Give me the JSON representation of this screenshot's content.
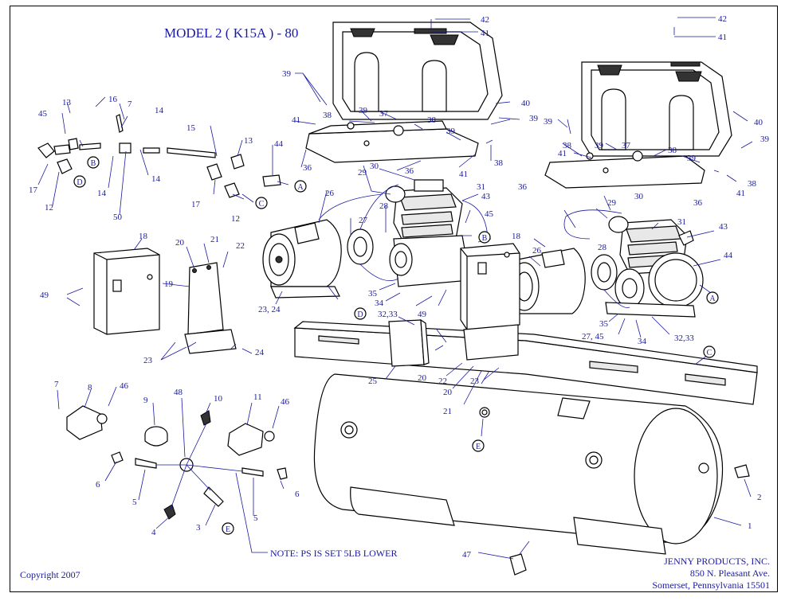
{
  "title": "MODEL 2 ( K15A ) - 80",
  "note": "NOTE: PS IS SET 5LB LOWER",
  "copyright": "Copyright 2007",
  "company": {
    "name": "JENNY PRODUCTS, INC.",
    "address": "850 N. Pleasant Ave.",
    "city": "Somerset, Pennsylvania 15501"
  },
  "callouts": {
    "c1": "1",
    "c2": "2",
    "c3": "3",
    "c4": "4",
    "c5a": "5",
    "c5b": "5",
    "c6a": "6",
    "c6b": "6",
    "c7a": "7",
    "c7b": "7",
    "c8": "8",
    "c9": "9",
    "c10": "10",
    "c11": "11",
    "c12a": "12",
    "c12b": "12",
    "c13a": "13",
    "c13b": "13",
    "c14a": "14",
    "c14b": "14",
    "c14c": "14",
    "c15": "15",
    "c16": "16",
    "c17a": "17",
    "c17b": "17",
    "c18a": "18",
    "c18b": "18",
    "c19": "19",
    "c20a": "20",
    "c20b": "20",
    "c20c": "20",
    "c21a": "21",
    "c21b": "21",
    "c22a": "22",
    "c22b": "22",
    "c23a": "23",
    "c23b": "23",
    "c2324": "23, 24",
    "c24": "24",
    "c25": "25",
    "c26a": "26",
    "c26b": "26",
    "c27a": "27",
    "c2745": "27, 45",
    "c28a": "28",
    "c28b": "28",
    "c29a": "29",
    "c29b": "29",
    "c30a": "30",
    "c30b": "30",
    "c31a": "31",
    "c31b": "31",
    "c3233a": "32,33",
    "c3233b": "32,33",
    "c34a": "34",
    "c34b": "34",
    "c35a": "35",
    "c35b": "35",
    "c36a": "36",
    "c36b": "36",
    "c36c": "36",
    "c36d": "36",
    "c37a": "37",
    "c37b": "37",
    "c38a": "38",
    "c38b": "38",
    "c38c": "38",
    "c38d": "38",
    "c38e": "38",
    "c38f": "38",
    "c39a": "39",
    "c39b": "39",
    "c39c": "39",
    "c39d": "39",
    "c39e": "39",
    "c39f": "39",
    "c39g": "39",
    "c39h": "39",
    "c40a": "40",
    "c40b": "40",
    "c41a": "41",
    "c41b": "41",
    "c41c": "41",
    "c41d": "41",
    "c41e": "41",
    "c41f": "41",
    "c42a": "42",
    "c42b": "42",
    "c43a": "43",
    "c43b": "43",
    "c44a": "44",
    "c44b": "44",
    "c45a": "45",
    "c45b": "45",
    "c46a": "46",
    "c46b": "46",
    "c47": "47",
    "c48": "48",
    "c49a": "49",
    "c49b": "49",
    "c50": "50"
  },
  "refs": {
    "A1": "A",
    "A2": "A",
    "B1": "B",
    "B2": "B",
    "C1": "C",
    "C2": "C",
    "D1": "D",
    "D2": "D",
    "E1": "E",
    "E2": "E"
  }
}
